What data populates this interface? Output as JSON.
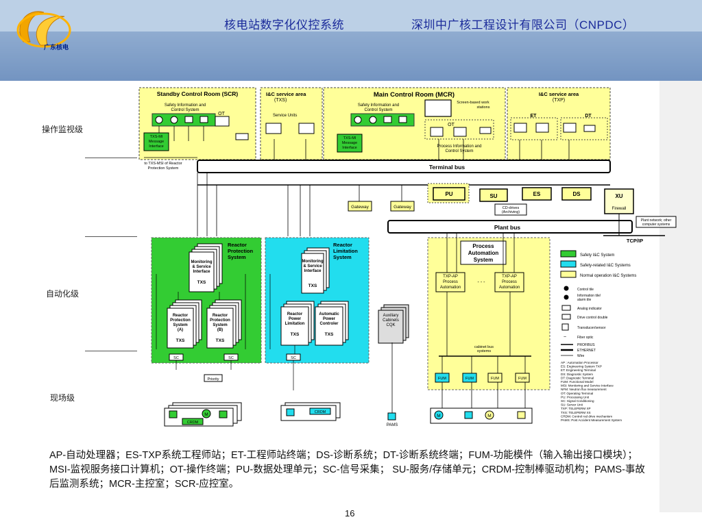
{
  "header": {
    "title_left": "核电站数字化仪控系统",
    "title_right": "深圳中广核工程设计有限公司（CNPDC）",
    "logo_text": "广东核电"
  },
  "levels": {
    "operation": "操作监视级",
    "automation": "自动化级",
    "field": "现场级"
  },
  "rooms": {
    "scr": "Standby Control Room (SCR)",
    "mcr": "Main Control Room (MCR)",
    "ic_txs_a": "I&C service area",
    "ic_txs_b": "(TXS)",
    "ic_txp_a": "I&C service area",
    "ic_txp_b": "(TXP)",
    "safety_info_a": "Safety Information and",
    "safety_info_b": "Control System",
    "service_units": "Service Units",
    "screen_ws_a": "Screen-based work",
    "screen_ws_b": "stations",
    "proc_info_a": "Process Information and",
    "proc_info_b": "Control System",
    "txs_mi_a": "TXS-MI",
    "txs_mi_b": "Message",
    "txs_mi_c": "Interface",
    "to_txs_a": "to TXS-MSI of Reactor",
    "to_txs_b": "Protection System",
    "ot": "OT",
    "et": "ET",
    "dt": "DT"
  },
  "buses": {
    "terminal": "Terminal bus",
    "plant": "Plant bus",
    "tcpip": "TCP/IP"
  },
  "units": {
    "pu": "PU",
    "su": "SU",
    "es": "ES",
    "ds": "DS",
    "xu": "XU",
    "firewall": "Firewall",
    "gateway": "Gateway",
    "cd_a": "CD-drives",
    "cd_b": "(Archiving)",
    "plant_net_a": "Plant network; other",
    "plant_net_b": "computer systems"
  },
  "systems": {
    "rps_a": "Reactor",
    "rps_b": "Protection",
    "rps_c": "System",
    "rls_a": "Reactor",
    "rls_b": "Limitation",
    "rls_c": "System",
    "pas_a": "Process",
    "pas_b": "Automation",
    "pas_c": "System",
    "msi_a": "Monitoring",
    "msi_b": "& Service",
    "msi_c": "Interface",
    "txs": "TXS",
    "rp_a_a": "Reactor",
    "rp_a_b": "Protection",
    "rp_a_c": "System",
    "rp_a_d": "(A)",
    "rp_b_d": "(B)",
    "rpl_a": "Reactor",
    "rpl_b": "Power",
    "rpl_c": "Limitation",
    "apc_a": "Automatic",
    "apc_b": "Power",
    "apc_c": "Controler",
    "aux_a": "Auxiliary",
    "aux_b": "Cabinets",
    "aux_c": "CQK",
    "txp_ap_a": "TXP-AP",
    "txp_ap_b": "Process",
    "txp_ap_c": "Automation",
    "cabinet_bus_a": "cabinet bus",
    "cabinet_bus_b": "systems",
    "sc": "SC",
    "priority": "Priority",
    "fum": "FUM",
    "crdm": "CRDM",
    "pams": "PAMS",
    "m": "M",
    "dots": "- - -"
  },
  "legend": {
    "safety": "Safety I&C System",
    "safety_related": "Safety-related I&C Systems",
    "normal": "Normal operation I&C Systems",
    "control_tile": "Control tile",
    "info_tile_a": "Information tile/",
    "info_tile_b": "alarm tile",
    "analog": "Analog indicator",
    "drive": "Drive control double",
    "transducer": "Transducer/sensor",
    "fiber": "Fiber optic",
    "profibus": "PROFIBUS",
    "ethernet": "ETHERNET",
    "wire": "Wire",
    "abbr": [
      "AP : Automation Processor",
      "ES: Engineering System TXP",
      "ET: Engineering Terminal",
      "DS: Diagnostic System",
      "DT: Diagnostic Terminal",
      "FUM: Functional Model",
      "MSI: Monitoring and Service Interface",
      "NFM: Neutron flux measurement",
      "OT: Operating Terminal",
      "PU: Processing Unit",
      "SC: Signal Conditioning",
      "SU: Server Unit",
      "TXP: TELEPERM XP",
      "TXS: TELEPERM XS",
      "CRDM: Control rod drive mechanism",
      "PAMS: Post Accident Measurement System"
    ]
  },
  "caption": "AP-自动处理器；ES-TXP系统工程师站；ET-工程师站终端；DS-诊断系统；DT-诊断系统终端；FUM-功能模件（输入输出接口模块）；MSI-监视服务接口计算机；OT-操作终端；PU-数据处理单元；SC-信号采集； SU-服务/存储单元；CRDM-控制棒驱动机构；PAMS-事故后监测系统；MCR-主控室；SCR-应控室。",
  "page_number": "16",
  "colors": {
    "safety": "#33cc33",
    "safety_related": "#22ddee",
    "normal": "#ffff88",
    "header": "#7f9fc4",
    "title": "#1a2a9a"
  }
}
